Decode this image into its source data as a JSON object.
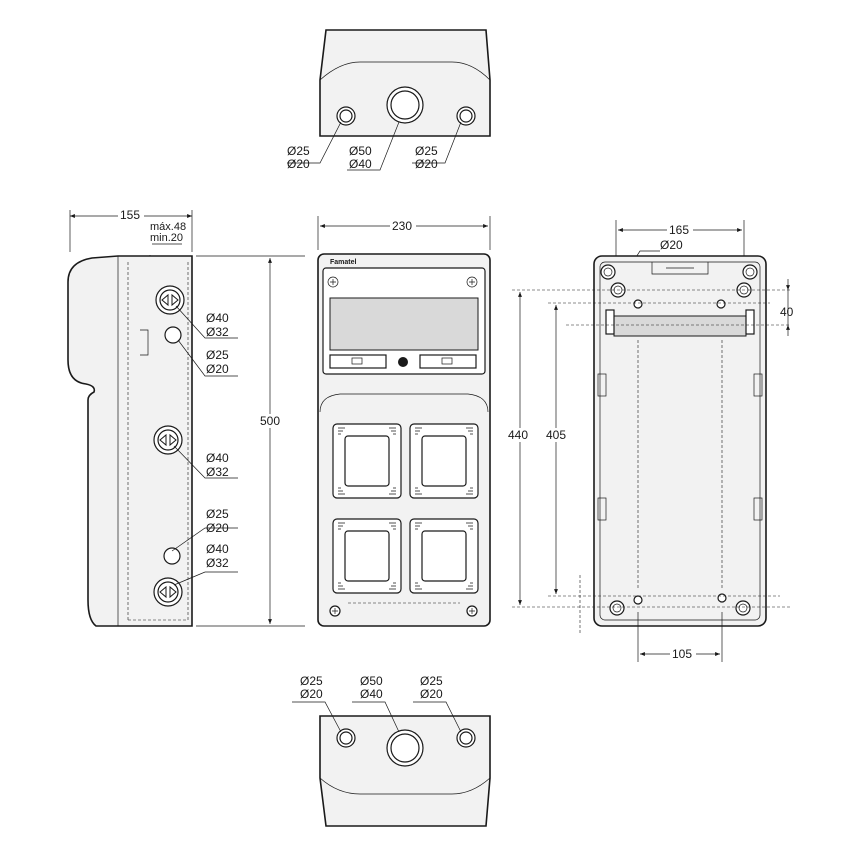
{
  "brand": "Famatel",
  "top_view": {
    "labels": [
      {
        "a": "Ø25",
        "b": "Ø20"
      },
      {
        "a": "Ø50",
        "b": "Ø40"
      },
      {
        "a": "Ø25",
        "b": "Ø20"
      }
    ]
  },
  "bottom_view": {
    "labels": [
      {
        "a": "Ø25",
        "b": "Ø20"
      },
      {
        "a": "Ø50",
        "b": "Ø40"
      },
      {
        "a": "Ø25",
        "b": "Ø20"
      }
    ]
  },
  "side_view": {
    "depth": "155",
    "max": "máx.48",
    "min": "min.20",
    "height": "500",
    "labels": [
      {
        "a": "Ø40",
        "b": "Ø32"
      },
      {
        "a": "Ø25",
        "b": "Ø20"
      },
      {
        "a": "Ø40",
        "b": "Ø32"
      },
      {
        "a": "Ø25",
        "b": "Ø20"
      },
      {
        "a": "Ø40",
        "b": "Ø32"
      }
    ]
  },
  "front_view": {
    "width": "230"
  },
  "back_view": {
    "hole_spacing": "165",
    "hole_dia": "Ø20",
    "offset": "40",
    "outer_height": "440",
    "inner_height": "405",
    "rail_spacing": "105"
  },
  "colors": {
    "line": "#1a1a1a",
    "body": "#f2f2f2",
    "panel": "#d9d9d9"
  }
}
